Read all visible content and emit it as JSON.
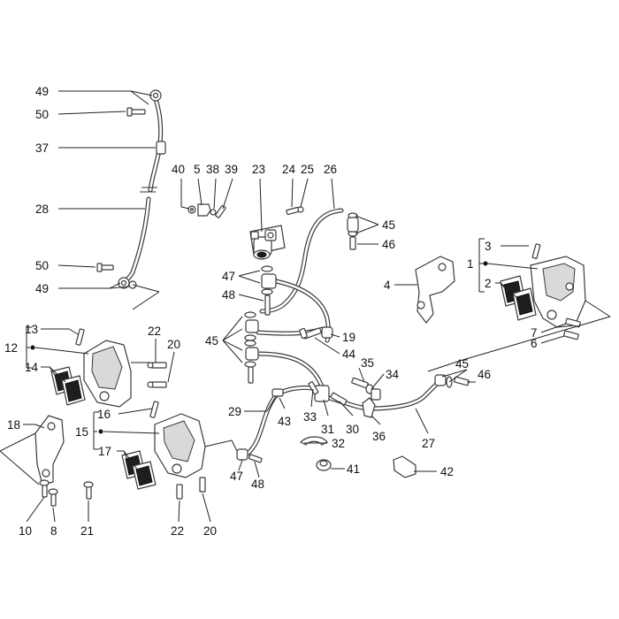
{
  "callouts": [
    {
      "id": "c49a",
      "label": "49"
    },
    {
      "id": "c50a",
      "label": "50"
    },
    {
      "id": "c37",
      "label": "37"
    },
    {
      "id": "c28",
      "label": "28"
    },
    {
      "id": "c50b",
      "label": "50"
    },
    {
      "id": "c49b",
      "label": "49"
    },
    {
      "id": "c40",
      "label": "40"
    },
    {
      "id": "c5",
      "label": "5"
    },
    {
      "id": "c38",
      "label": "38"
    },
    {
      "id": "c39",
      "label": "39"
    },
    {
      "id": "c23",
      "label": "23"
    },
    {
      "id": "c24",
      "label": "24"
    },
    {
      "id": "c25",
      "label": "25"
    },
    {
      "id": "c26",
      "label": "26"
    },
    {
      "id": "c45a",
      "label": "45"
    },
    {
      "id": "c46a",
      "label": "46"
    },
    {
      "id": "c3",
      "label": "3"
    },
    {
      "id": "c1",
      "label": "1"
    },
    {
      "id": "c2",
      "label": "2"
    },
    {
      "id": "c4",
      "label": "4"
    },
    {
      "id": "c7",
      "label": "7"
    },
    {
      "id": "c6",
      "label": "6"
    },
    {
      "id": "c47a",
      "label": "47"
    },
    {
      "id": "c48a",
      "label": "48"
    },
    {
      "id": "c45b",
      "label": "45"
    },
    {
      "id": "c19",
      "label": "19"
    },
    {
      "id": "c44",
      "label": "44"
    },
    {
      "id": "c13",
      "label": "13"
    },
    {
      "id": "c12",
      "label": "12"
    },
    {
      "id": "c14",
      "label": "14"
    },
    {
      "id": "c22a",
      "label": "22"
    },
    {
      "id": "c20a",
      "label": "20"
    },
    {
      "id": "c35",
      "label": "35"
    },
    {
      "id": "c34",
      "label": "34"
    },
    {
      "id": "c45c",
      "label": "45"
    },
    {
      "id": "c46b",
      "label": "46"
    },
    {
      "id": "c29",
      "label": "29"
    },
    {
      "id": "c43",
      "label": "43"
    },
    {
      "id": "c33",
      "label": "33"
    },
    {
      "id": "c31",
      "label": "31"
    },
    {
      "id": "c30",
      "label": "30"
    },
    {
      "id": "c36",
      "label": "36"
    },
    {
      "id": "c27",
      "label": "27"
    },
    {
      "id": "c18",
      "label": "18"
    },
    {
      "id": "c16",
      "label": "16"
    },
    {
      "id": "c15",
      "label": "15"
    },
    {
      "id": "c17",
      "label": "17"
    },
    {
      "id": "c32",
      "label": "32"
    },
    {
      "id": "c41",
      "label": "41"
    },
    {
      "id": "c42",
      "label": "42"
    },
    {
      "id": "c47b",
      "label": "47"
    },
    {
      "id": "c48b",
      "label": "48"
    },
    {
      "id": "c10",
      "label": "10"
    },
    {
      "id": "c8",
      "label": "8"
    },
    {
      "id": "c21",
      "label": "21"
    },
    {
      "id": "c22b",
      "label": "22"
    },
    {
      "id": "c20b",
      "label": "20"
    }
  ]
}
